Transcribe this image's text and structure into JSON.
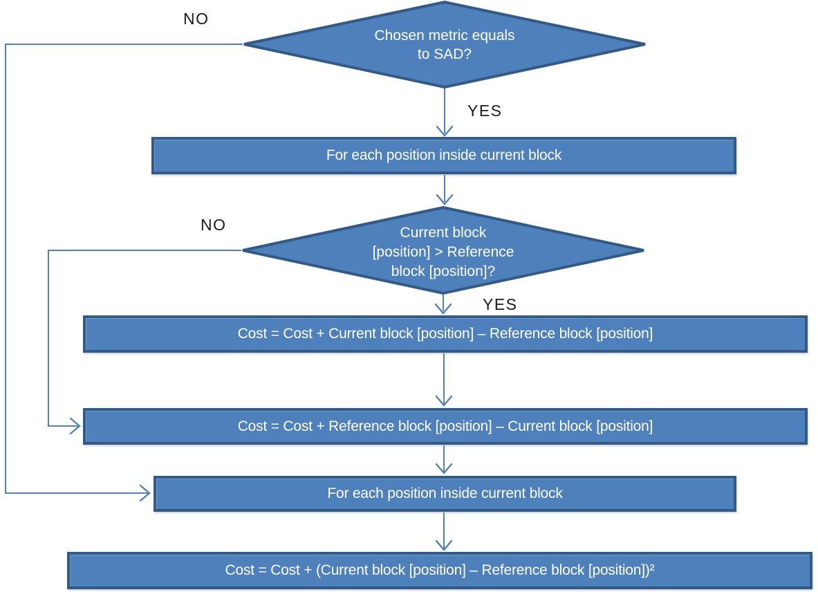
{
  "colors": {
    "node_fill": "#4e80bb",
    "node_border": "#315a86",
    "connector": "#4f81bd",
    "node_text": "#ffffff",
    "label_text": "#1a1a1a",
    "page_bg": "#ffffff"
  },
  "flowchart": {
    "nodes": {
      "d1": {
        "type": "decision",
        "line1": "Chosen metric equals",
        "line2": "to SAD?"
      },
      "p1": {
        "type": "process",
        "label": "For each position inside current block"
      },
      "d2": {
        "type": "decision",
        "line1": "Current block",
        "line2": "[position] > Reference",
        "line3": "block [position]?"
      },
      "p2": {
        "type": "process",
        "label": "Cost = Cost + Current block [position] – Reference block [position]"
      },
      "p3": {
        "type": "process",
        "label": "Cost = Cost + Reference block [position] – Current block [position]"
      },
      "p4": {
        "type": "process",
        "label": "For each position inside current block"
      },
      "p5": {
        "type": "process",
        "label": "Cost = Cost + (Current block [position] – Reference block [position])²"
      }
    },
    "labels": {
      "yes1": "YES",
      "no1": "NO",
      "yes2": "YES",
      "no2": "NO"
    },
    "edges": [
      {
        "from": "d1",
        "to": "p1",
        "label": "YES"
      },
      {
        "from": "d1",
        "to": "p4",
        "label": "NO"
      },
      {
        "from": "p1",
        "to": "d2",
        "label": ""
      },
      {
        "from": "d2",
        "to": "p2",
        "label": "YES"
      },
      {
        "from": "d2",
        "to": "p3",
        "label": "NO"
      },
      {
        "from": "p2",
        "to": "p3",
        "label": ""
      },
      {
        "from": "p3",
        "to": "p4",
        "label": ""
      },
      {
        "from": "p4",
        "to": "p5",
        "label": ""
      }
    ]
  }
}
